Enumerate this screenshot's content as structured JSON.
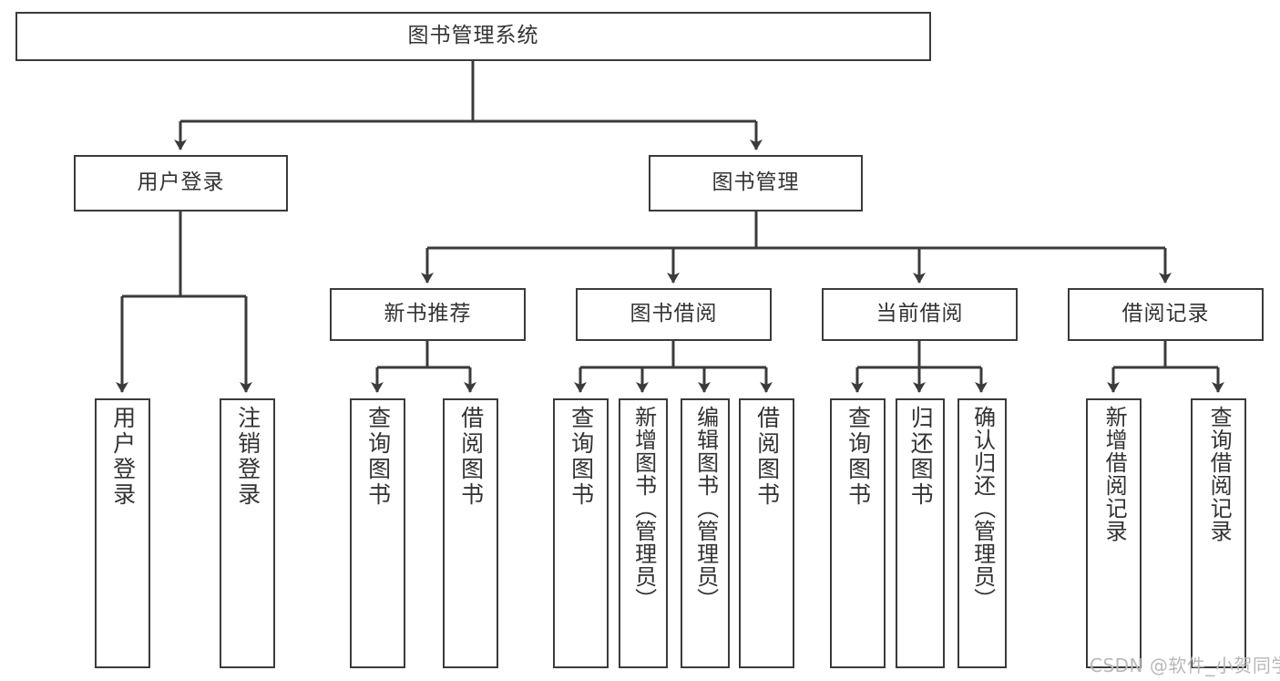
{
  "diagram": {
    "title": "图书管理系统",
    "type": "tree-hierarchy",
    "watermark": "CSDN @软件_小贺同学",
    "colors": {
      "box_border": "#3b3b3b",
      "box_fill": "#ffffff",
      "connector": "#3b3b3b",
      "text": "#333333",
      "watermark": "#b8b8b8",
      "background": "#ffffff"
    },
    "nodes": {
      "root": {
        "label": "图书管理系统"
      },
      "level2": [
        {
          "id": "user-login",
          "label": "用户登录"
        },
        {
          "id": "book-manage",
          "label": "图书管理"
        }
      ],
      "level3": [
        {
          "id": "new-book-rec",
          "label": "新书推荐"
        },
        {
          "id": "book-borrow",
          "label": "图书借阅"
        },
        {
          "id": "current-borrow",
          "label": "当前借阅"
        },
        {
          "id": "borrow-record",
          "label": "借阅记录"
        }
      ],
      "leaves": {
        "user_login": [
          {
            "id": "leaf-user-login",
            "label": "用户登录"
          },
          {
            "id": "leaf-user-logout",
            "label": "注销登录"
          }
        ],
        "new_book_rec": [
          {
            "id": "leaf-query-book-1",
            "label": "查询图书"
          },
          {
            "id": "leaf-borrow-book-1",
            "label": "借阅图书"
          }
        ],
        "book_borrow": [
          {
            "id": "leaf-query-book-2",
            "label": "查询图书"
          },
          {
            "id": "leaf-add-book",
            "label": "新增图书（管理员）"
          },
          {
            "id": "leaf-edit-book",
            "label": "编辑图书（管理员）"
          },
          {
            "id": "leaf-borrow-book-2",
            "label": "借阅图书"
          }
        ],
        "current_borrow": [
          {
            "id": "leaf-query-book-3",
            "label": "查询图书"
          },
          {
            "id": "leaf-return-book",
            "label": "归还图书"
          },
          {
            "id": "leaf-confirm-return",
            "label": "确认归还（管理员）"
          }
        ],
        "borrow_record": [
          {
            "id": "leaf-add-record",
            "label": "新增借阅记录"
          },
          {
            "id": "leaf-query-record",
            "label": "查询借阅记录"
          }
        ]
      }
    }
  }
}
